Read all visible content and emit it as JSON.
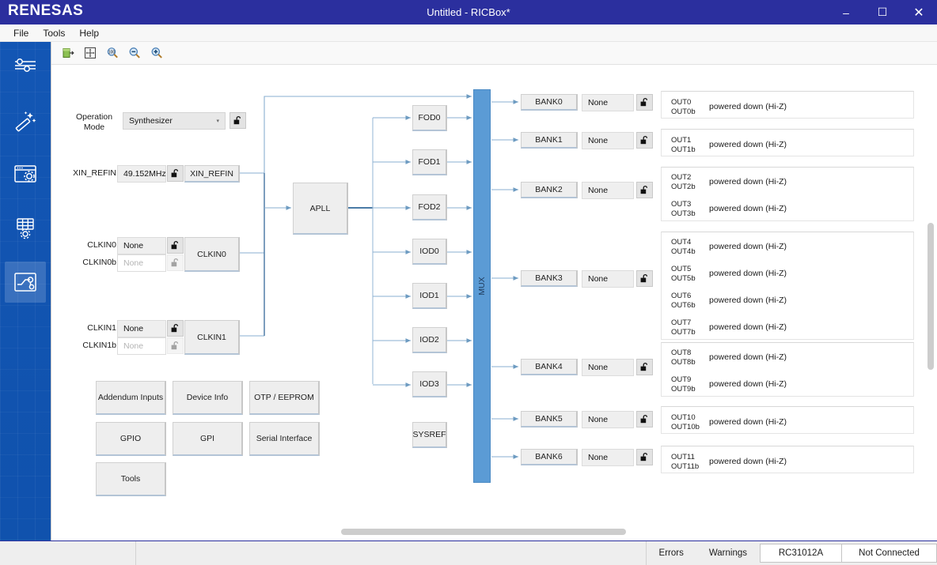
{
  "window": {
    "brand": "RENESAS",
    "title": "Untitled - RICBox*",
    "minimize": "–",
    "maximize": "☐",
    "close": "✕"
  },
  "menu": {
    "items": [
      "File",
      "Tools",
      "Help"
    ]
  },
  "sidebar": {
    "items": [
      {
        "name": "settings-sliders-icon",
        "label": "Settings"
      },
      {
        "name": "magic-wand-icon",
        "label": "Wizard"
      },
      {
        "name": "window-gear-icon",
        "label": "Configuration"
      },
      {
        "name": "register-grid-gear-icon",
        "label": "Register Map"
      },
      {
        "name": "block-diagram-icon",
        "label": "Block Diagram"
      }
    ],
    "active_index": 4
  },
  "toolbar": {
    "buttons": [
      {
        "name": "export-icon",
        "label": "Export"
      },
      {
        "name": "fit-to-window-icon",
        "label": "Fit to Window"
      },
      {
        "name": "zoom-100-icon",
        "label": "Zoom 100%"
      },
      {
        "name": "zoom-out-icon",
        "label": "Zoom Out"
      },
      {
        "name": "zoom-in-icon",
        "label": "Zoom In"
      }
    ]
  },
  "diagram": {
    "operation_mode": {
      "label_line1": "Operation",
      "label_line2": "Mode",
      "value": "Synthesizer",
      "caret": "▾",
      "lock": "unlocked"
    },
    "inputs": [
      {
        "label": "XIN_REFIN",
        "value": "49.152MHz",
        "disabled": false,
        "block": "XIN_REFIN"
      },
      {
        "label": "CLKIN0",
        "value": "None",
        "disabled": false,
        "block": "CLKIN0"
      },
      {
        "label": "CLKIN0b",
        "value": "None",
        "disabled": true,
        "block": null
      },
      {
        "label": "CLKIN1",
        "value": "None",
        "disabled": false,
        "block": "CLKIN1"
      },
      {
        "label": "CLKIN1b",
        "value": "None",
        "disabled": true,
        "block": null
      }
    ],
    "apll": "APLL",
    "dividers": [
      "FOD0",
      "FOD1",
      "FOD2",
      "IOD0",
      "IOD1",
      "IOD2",
      "IOD3"
    ],
    "sysref": "SYSREF",
    "mux": "MUX",
    "banks": [
      {
        "name": "BANK0",
        "value": "None",
        "lock": "unlocked"
      },
      {
        "name": "BANK1",
        "value": "None",
        "lock": "unlocked"
      },
      {
        "name": "BANK2",
        "value": "None",
        "lock": "unlocked"
      },
      {
        "name": "BANK3",
        "value": "None",
        "lock": "unlocked"
      },
      {
        "name": "BANK4",
        "value": "None",
        "lock": "unlocked"
      },
      {
        "name": "BANK5",
        "value": "None",
        "lock": "unlocked"
      },
      {
        "name": "BANK6",
        "value": "None",
        "lock": "unlocked"
      }
    ],
    "output_groups": [
      {
        "outputs": [
          {
            "p": "OUT0",
            "n": "OUT0b",
            "state": "powered down (Hi-Z)"
          }
        ]
      },
      {
        "outputs": [
          {
            "p": "OUT1",
            "n": "OUT1b",
            "state": "powered down (Hi-Z)"
          }
        ]
      },
      {
        "outputs": [
          {
            "p": "OUT2",
            "n": "OUT2b",
            "state": "powered down (Hi-Z)"
          },
          {
            "p": "OUT3",
            "n": "OUT3b",
            "state": "powered down (Hi-Z)"
          }
        ]
      },
      {
        "outputs": [
          {
            "p": "OUT4",
            "n": "OUT4b",
            "state": "powered down (Hi-Z)"
          },
          {
            "p": "OUT5",
            "n": "OUT5b",
            "state": "powered down (Hi-Z)"
          },
          {
            "p": "OUT6",
            "n": "OUT6b",
            "state": "powered down (Hi-Z)"
          },
          {
            "p": "OUT7",
            "n": "OUT7b",
            "state": "powered down (Hi-Z)"
          }
        ]
      },
      {
        "outputs": [
          {
            "p": "OUT8",
            "n": "OUT8b",
            "state": "powered down (Hi-Z)"
          },
          {
            "p": "OUT9",
            "n": "OUT9b",
            "state": "powered down (Hi-Z)"
          }
        ]
      },
      {
        "outputs": [
          {
            "p": "OUT10",
            "n": "OUT10b",
            "state": "powered down (Hi-Z)"
          }
        ]
      },
      {
        "outputs": [
          {
            "p": "OUT11",
            "n": "OUT11b",
            "state": "powered down (Hi-Z)"
          }
        ]
      }
    ],
    "feature_buttons": [
      "Addendum Inputs",
      "Device Info",
      "OTP / EEPROM",
      "GPIO",
      "GPI",
      "Serial Interface",
      "Tools"
    ]
  },
  "statusbar": {
    "errors": "Errors",
    "warnings": "Warnings",
    "device": "RC31012A",
    "connection": "Not Connected"
  },
  "colors": {
    "brand_blue": "#2b2f9e",
    "nav_blue": "#1257b5",
    "mux_blue": "#5b9bd5",
    "wire": "#8aafd0"
  }
}
